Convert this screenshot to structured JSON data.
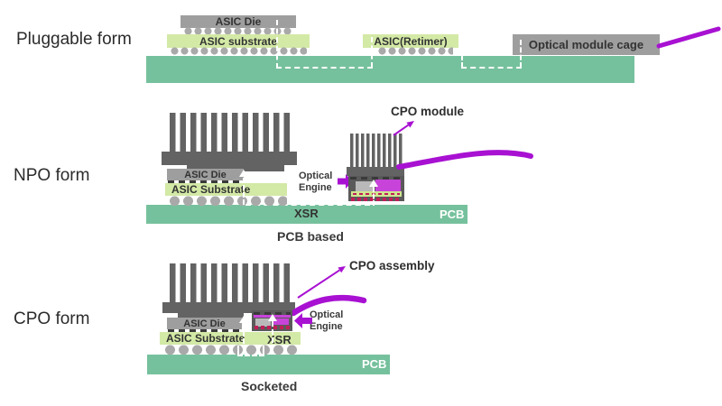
{
  "colors": {
    "pcb-green": "#76c19d",
    "substrate-green": "#d3e9a6",
    "block-gray": "#9e9e9e",
    "heatsink-gray": "#636363",
    "bump-gray": "#a9a9a9",
    "text-dark": "#3a3a3a",
    "fiber-purple": "#a811d2",
    "magenta-block": "#c743d9",
    "crimson": "#c01e58",
    "interposer-green": "#cfe78f",
    "frame-gray": "#5a5a5a",
    "inner-gray": "#b9b9b9"
  },
  "pluggable": {
    "label": "Pluggable form",
    "asic_die": "ASIC Die",
    "asic_substrate": "ASIC substrate",
    "retimer": "ASIC(Retimer)",
    "cage": "Optical module cage"
  },
  "npo": {
    "label": "NPO form",
    "asic_die": "ASIC Die",
    "asic_substrate": "ASIC Substrate",
    "optical_engine": "Optical Engine",
    "cpo_module": "CPO module",
    "xsr": "XSR",
    "pcb": "PCB",
    "caption": "PCB based"
  },
  "cpo": {
    "label": "CPO form",
    "asic_die": "ASIC Die",
    "asic_substrate": "ASIC Substrate",
    "optical_engine": "Optical Engine",
    "cpo_assembly": "CPO assembly",
    "xsr": "XSR",
    "pcb": "PCB",
    "caption": "Socketed"
  }
}
